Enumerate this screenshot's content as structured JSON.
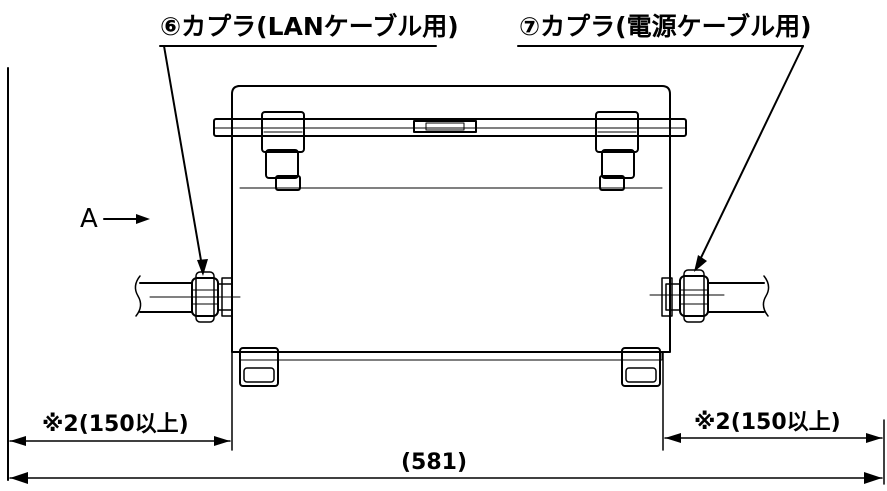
{
  "callouts": {
    "coupler_lan": "⑥カプラ(LANケーブル用)",
    "coupler_power": "⑦カプラ(電源ケーブル用)"
  },
  "view_marker": {
    "letter": "A",
    "arrow": "→"
  },
  "dimensions": {
    "left_extension": "※2(150以上)",
    "right_extension": "※2(150以上)",
    "overall": "(581)"
  }
}
